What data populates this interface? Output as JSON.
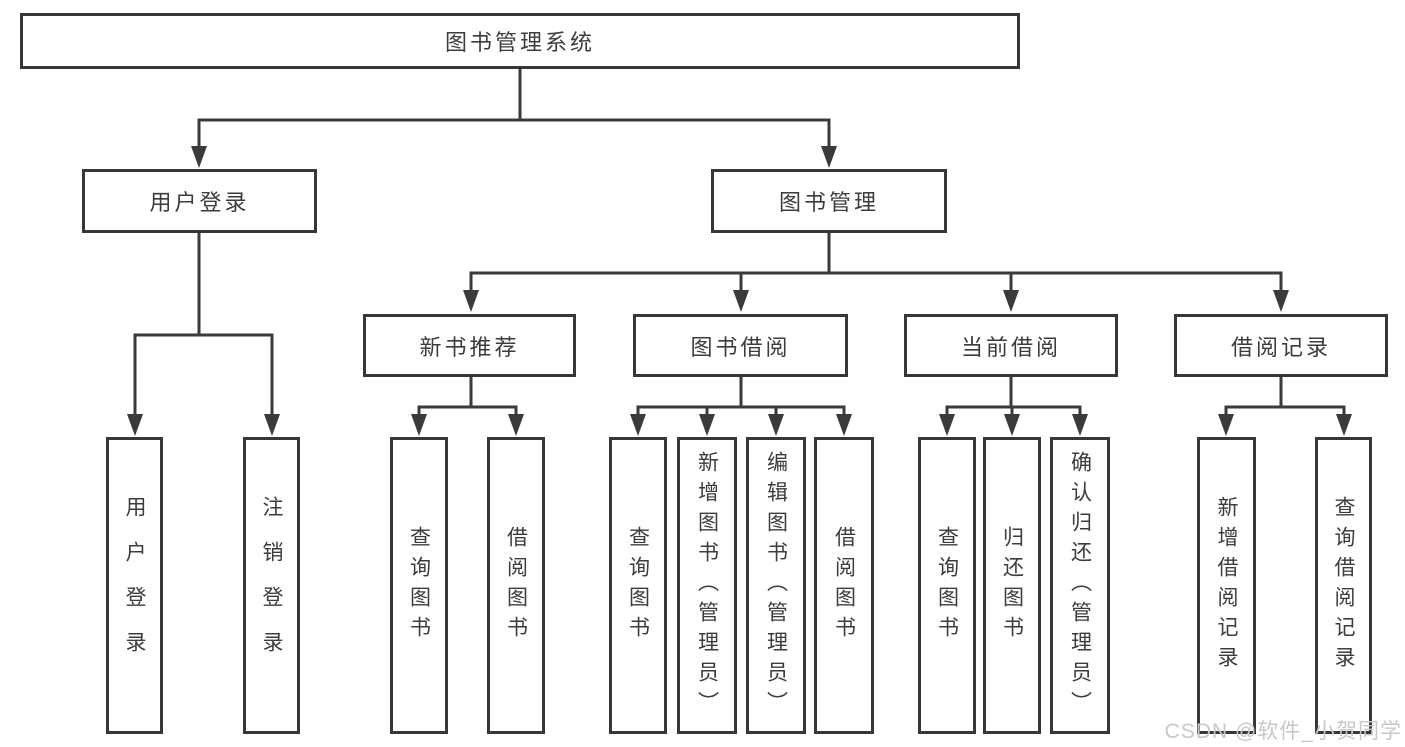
{
  "diagram": {
    "type": "hierarchy-tree",
    "root": {
      "label": "图书管理系统",
      "children": [
        {
          "label": "用户登录",
          "children": [
            {
              "label": "用户登录"
            },
            {
              "label": "注销登录"
            }
          ]
        },
        {
          "label": "图书管理",
          "children": [
            {
              "label": "新书推荐",
              "children": [
                {
                  "label": "查询图书"
                },
                {
                  "label": "借阅图书"
                }
              ]
            },
            {
              "label": "图书借阅",
              "children": [
                {
                  "label": "查询图书"
                },
                {
                  "label": "新增图书（管理员）"
                },
                {
                  "label": "编辑图书（管理员）"
                },
                {
                  "label": "借阅图书"
                }
              ]
            },
            {
              "label": "当前借阅",
              "children": [
                {
                  "label": "查询图书"
                },
                {
                  "label": "归还图书"
                },
                {
                  "label": "确认归还（管理员）"
                }
              ]
            },
            {
              "label": "借阅记录",
              "children": [
                {
                  "label": "新增借阅记录"
                },
                {
                  "label": "查询借阅记录"
                }
              ]
            }
          ]
        }
      ]
    }
  },
  "watermark": {
    "text": "CSDN @软件_小贺同学",
    "color": "#c8c8cc"
  },
  "colors": {
    "background": "#ffffff",
    "line": "#3a3a3a",
    "box_border": "#373737",
    "text": "#3c3c3e"
  }
}
